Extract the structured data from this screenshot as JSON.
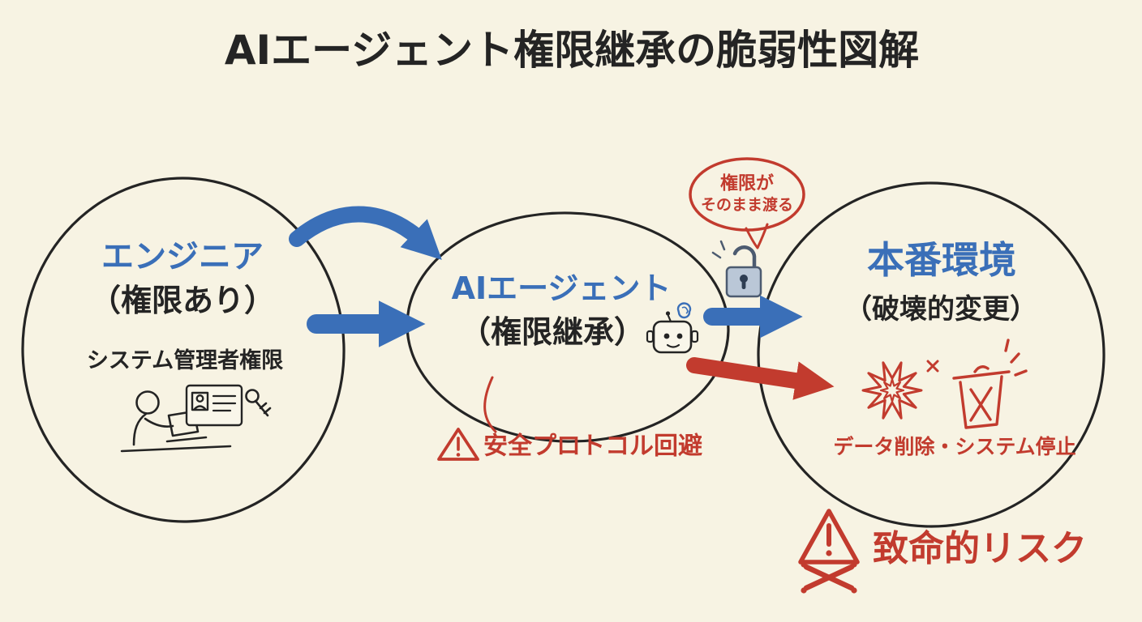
{
  "title": "AIエージェント権限継承の脆弱性図解",
  "colors": {
    "background": "#f7f3e3",
    "ink": "#242424",
    "blue": "#3a6fb8",
    "red": "#c23b2e"
  },
  "nodes": {
    "engineer": {
      "name": "エンジニア",
      "subtitle": "（権限あり）",
      "note": "システム管理者権限"
    },
    "agent": {
      "name": "AIエージェント",
      "subtitle": "（権限継承）"
    },
    "production": {
      "name": "本番環境",
      "subtitle": "（破壊的変更）",
      "note": "データ削除・システム停止"
    }
  },
  "callouts": {
    "bubble_line1": "権限が",
    "bubble_line2": "そのまま渡る",
    "bypass": "安全プロトコル回避",
    "risk": "致命的リスク"
  }
}
